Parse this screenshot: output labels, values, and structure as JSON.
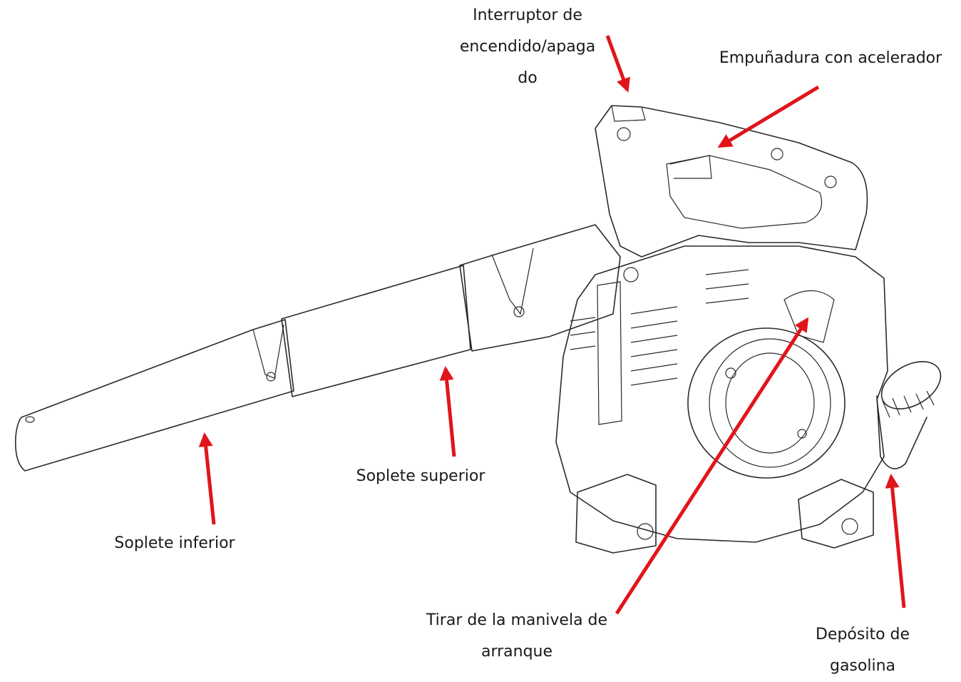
{
  "labels": {
    "switch": [
      "Interruptor de",
      "encendido/apaga",
      "do"
    ],
    "handle": [
      "Empuñadura con acelerador"
    ],
    "upper_tube": [
      "Soplete superior"
    ],
    "lower_tube": [
      "Soplete inferior"
    ],
    "starter": [
      "Tirar de la manivela de",
      "arranque"
    ],
    "tank": [
      "Depósito de",
      "gasolina"
    ]
  },
  "colors": {
    "arrow": "#e0151b",
    "outline": "#2a2a2a",
    "background": "#ffffff"
  }
}
